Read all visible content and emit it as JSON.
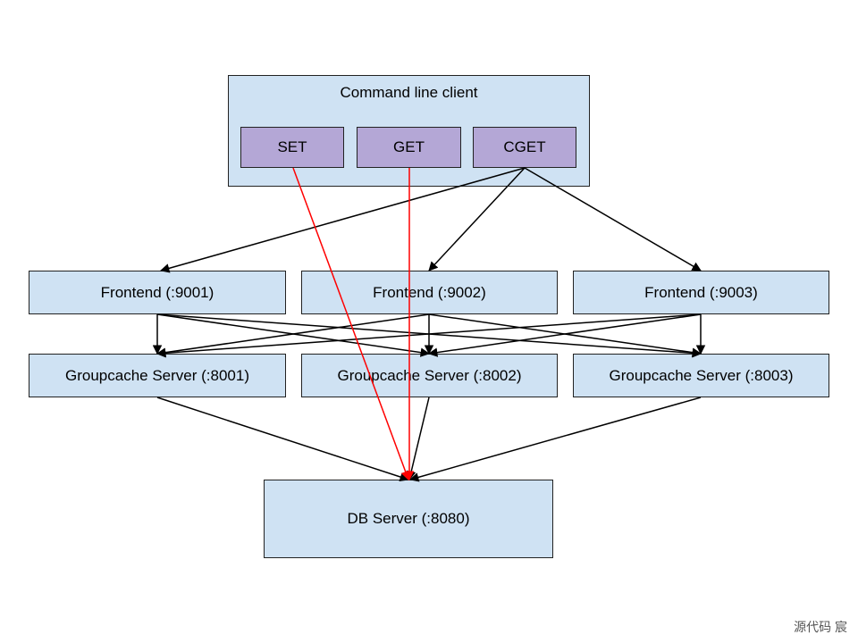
{
  "client": {
    "title": "Command line client",
    "commands": [
      "SET",
      "GET",
      "CGET"
    ]
  },
  "frontends": [
    "Frontend (:9001)",
    "Frontend (:9002)",
    "Frontend (:9003)"
  ],
  "groupcache_servers": [
    "Groupcache Server (:8001)",
    "Groupcache Server (:8002)",
    "Groupcache Server (:8003)"
  ],
  "db_server": "DB Server (:8080)",
  "watermark": "源代码  宸",
  "colors": {
    "node_fill": "#cfe2f3",
    "command_fill": "#b4a7d6",
    "edge": "#000000",
    "highlight_edge": "#ff0000"
  }
}
